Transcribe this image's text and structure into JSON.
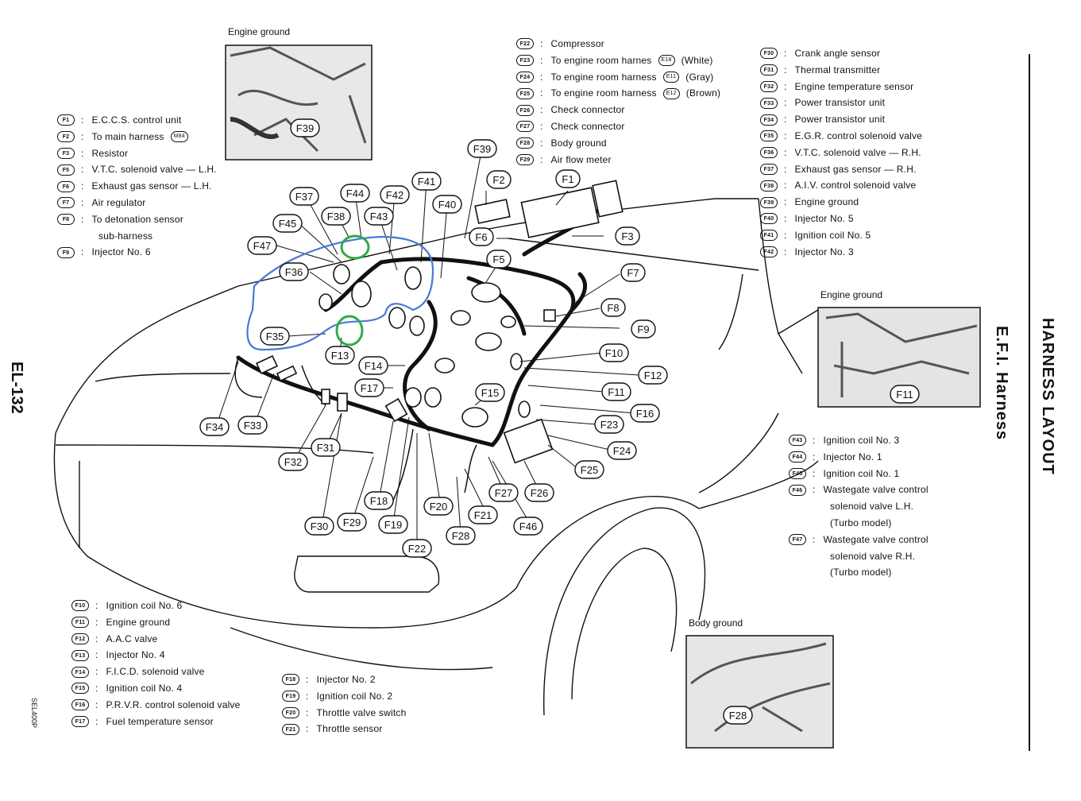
{
  "page": {
    "page_code": "EL-132",
    "side_title_1": "HARNESS LAYOUT",
    "side_title_2": "E.F.I. Harness",
    "sel_code": "SEL400P"
  },
  "insets": {
    "top": {
      "title": "Engine ground",
      "label": "F39"
    },
    "right": {
      "title": "Engine ground",
      "label": "F11"
    },
    "bottom": {
      "title": "Body ground",
      "label": "F28"
    }
  },
  "legend_top_left": [
    {
      "code": "F1",
      "text": "E.C.C.S. control unit"
    },
    {
      "code": "F2",
      "text": "To main harness",
      "extra": "M84"
    },
    {
      "code": "F3",
      "text": "Resistor"
    },
    {
      "code": "F5",
      "text": "V.T.C. solenoid valve — L.H."
    },
    {
      "code": "F6",
      "text": "Exhaust gas sensor — L.H."
    },
    {
      "code": "F7",
      "text": "Air regulator"
    },
    {
      "code": "F8",
      "text": "To detonation sensor"
    },
    {
      "code": "",
      "text": "sub-harness"
    },
    {
      "code": "F9",
      "text": "Injector No. 6"
    }
  ],
  "legend_top_center": [
    {
      "code": "F22",
      "text": "Compressor"
    },
    {
      "code": "F23",
      "text": "To engine room harnes",
      "extra": "E18",
      "color": "(White)"
    },
    {
      "code": "F24",
      "text": "To engine room harness",
      "extra": "E11",
      "color": "(Gray)"
    },
    {
      "code": "F25",
      "text": "To engine room harness",
      "extra": "E12",
      "color": "(Brown)"
    },
    {
      "code": "F26",
      "text": "Check connector"
    },
    {
      "code": "F27",
      "text": "Check connector"
    },
    {
      "code": "F28",
      "text": "Body ground"
    },
    {
      "code": "F29",
      "text": "Air flow meter"
    }
  ],
  "legend_top_right": [
    {
      "code": "F30",
      "text": "Crank angle sensor"
    },
    {
      "code": "F31",
      "text": "Thermal transmitter"
    },
    {
      "code": "F32",
      "text": "Engine temperature sensor"
    },
    {
      "code": "F33",
      "text": "Power transistor unit"
    },
    {
      "code": "F34",
      "text": "Power transistor unit"
    },
    {
      "code": "F35",
      "text": "E.G.R. control solenoid valve"
    },
    {
      "code": "F36",
      "text": "V.T.C. solenoid valve — R.H."
    },
    {
      "code": "F37",
      "text": "Exhaust gas sensor — R.H."
    },
    {
      "code": "F38",
      "text": "A.I.V. control solenoid valve"
    },
    {
      "code": "F39",
      "text": "Engine ground"
    },
    {
      "code": "F40",
      "text": "Injector No. 5"
    },
    {
      "code": "F41",
      "text": "Ignition coil No. 5"
    },
    {
      "code": "F42",
      "text": "Injector No. 3"
    }
  ],
  "legend_mid_right": [
    {
      "code": "F43",
      "text": "Ignition coil No. 3"
    },
    {
      "code": "F44",
      "text": "Injector No. 1"
    },
    {
      "code": "F45",
      "text": "Ignition coil No. 1"
    },
    {
      "code": "F46",
      "text": "Wastegate valve control"
    },
    {
      "code": "",
      "text": "solenoid valve L.H."
    },
    {
      "code": "",
      "text": "(Turbo model)"
    },
    {
      "code": "F47",
      "text": "Wastegate valve control"
    },
    {
      "code": "",
      "text": "solenoid valve R.H."
    },
    {
      "code": "",
      "text": "(Turbo model)"
    }
  ],
  "legend_bottom_left": [
    {
      "code": "F10",
      "text": "Ignition coil No. 6"
    },
    {
      "code": "F11",
      "text": "Engine ground"
    },
    {
      "code": "F12",
      "text": "A.A.C valve"
    },
    {
      "code": "F13",
      "text": "Injector No. 4"
    },
    {
      "code": "F14",
      "text": "F.I.C.D. solenoid valve"
    },
    {
      "code": "F15",
      "text": "Ignition coil No. 4"
    },
    {
      "code": "F16",
      "text": "P.R.V.R. control solenoid valve"
    },
    {
      "code": "F17",
      "text": "Fuel temperature sensor"
    }
  ],
  "legend_bottom_center": [
    {
      "code": "F18",
      "text": "Injector No. 2"
    },
    {
      "code": "F19",
      "text": "Ignition coil No. 2"
    },
    {
      "code": "F20",
      "text": "Throttle valve switch"
    },
    {
      "code": "F21",
      "text": "Throttle sensor"
    }
  ],
  "tags": [
    "F1",
    "F2",
    "F3",
    "F5",
    "F6",
    "F7",
    "F8",
    "F9",
    "F10",
    "F11",
    "F12",
    "F13",
    "F14",
    "F15",
    "F16",
    "F17",
    "F18",
    "F19",
    "F20",
    "F21",
    "F22",
    "F23",
    "F24",
    "F25",
    "F26",
    "F27",
    "F28",
    "F29",
    "F30",
    "F31",
    "F32",
    "F33",
    "F34",
    "F35",
    "F36",
    "F37",
    "F38",
    "F39",
    "F40",
    "F41",
    "F42",
    "F43",
    "F44",
    "F45",
    "F46",
    "F47"
  ],
  "colors": {
    "ink": "#111111",
    "markup_blue": "#4a78d6",
    "markup_green": "#2faa4a"
  }
}
